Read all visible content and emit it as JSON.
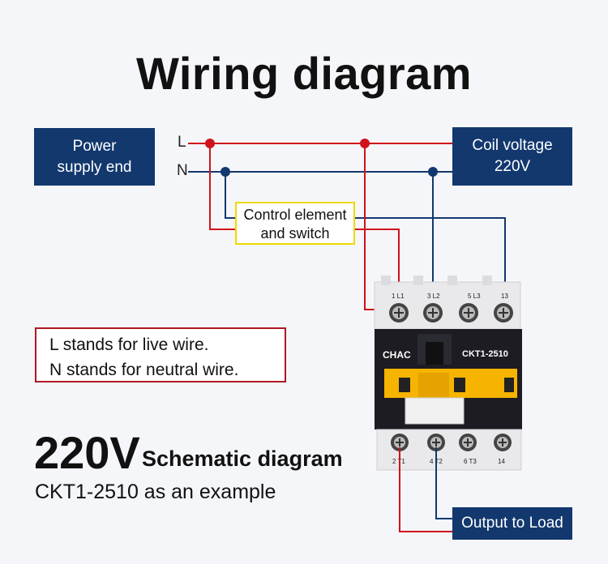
{
  "title": "Wiring diagram",
  "power_supply": "Power\nsupply end",
  "coil_voltage": "Coil voltage\n220V",
  "wire_L": "L",
  "wire_N": "N",
  "control_element": "Control element\nand switch",
  "legend": {
    "line1": "L stands for live wire.",
    "line2": "N stands for neutral wire."
  },
  "voltage": "220V",
  "schematic": "Schematic diagram",
  "example": "CKT1-2510 as an example",
  "output": "Output to Load",
  "contactor": {
    "brand": "CHAC",
    "model": "CKT1-2510",
    "top_terminals": [
      "1 L1",
      "3 L2",
      "5 L3",
      "13"
    ],
    "bottom_terminals": [
      "2 T1",
      "4 T2",
      "6 T3",
      "14"
    ]
  },
  "colors": {
    "live_wire": "#d0121b",
    "neutral_wire": "#12386e",
    "navy_box": "#12386e",
    "control_border": "#f0d800",
    "legend_border": "#b01822",
    "contactor_yellow": "#f6b400"
  }
}
